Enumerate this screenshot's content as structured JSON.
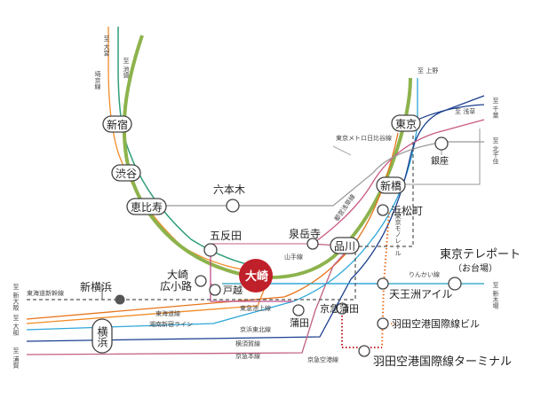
{
  "colors": {
    "yamanote": "#8db34c",
    "osaki_marker": "#c0202a",
    "saikyo": "#2f9e76",
    "shonan": "#f28c28",
    "tokaido": "#e8741c",
    "keihin_tohoku": "#2fa6d9",
    "yokosuka": "#1b3f8f",
    "keikyu": "#c2607f",
    "monorail": "#e86a1b",
    "rinkai": "#1e9dbd",
    "tokyu_ikegami": "#c0508a",
    "hibiya": "#999999",
    "asakusa": "#c95b86",
    "shinkansen": "#555555",
    "airport": "#8a8a8a"
  },
  "directions": {
    "omiya": "至 大宮",
    "ikebukuro": "至 池袋",
    "ueno": "至 上野",
    "chiba": "至 千葉",
    "asakusa": "至 浅草",
    "kitasenju": "至 北千住",
    "shinkiba": "至 新木場",
    "shinosaka": "至 新大阪",
    "ofuna": "至 大船",
    "uraga": "至 浦賀"
  },
  "stations": {
    "shinjuku": "新宿",
    "shibuya": "渋谷",
    "ebisu": "恵比寿",
    "roppongi": "六本木",
    "gotanda": "五反田",
    "osaki": "大崎",
    "osaki_hirokoji_1": "大崎",
    "osaki_hirokoji_2": "広小路",
    "togoshi": "戸越",
    "sengakuji": "泉岳寺",
    "shinagawa": "品川",
    "shinbashi": "新橋",
    "hamamatsucho": "浜松町",
    "tokyo": "東京",
    "ginza": "銀座",
    "tokyo_teleport": "東京テレポート",
    "odaiba": "（お台場）",
    "tennozu_isle": "天王洲アイル",
    "haneda_kokusai_bldg": "羽田空港国際線ビル",
    "haneda_terminal": "羽田空港国際線ターミナル",
    "keikyu_kamata": "京急蒲田",
    "kamata": "蒲田",
    "shinyokohama": "新横浜",
    "yokohama": "横浜"
  },
  "lines": {
    "saikyo": "埼京線",
    "yamanote": "山手線",
    "hibiya": "東京メトロ日比谷線",
    "asakusa": "都営浅草線",
    "monorail": "東京モノレール",
    "rinkai": "りんかい線",
    "tokaido_shinkansen": "東海道新幹線",
    "tokaido": "東海道線",
    "shonan": "湘南新宿ライン",
    "keihin_tohoku": "京浜東北線",
    "yokosuka": "横須賀線",
    "keikyu": "京急本線",
    "ikegami": "東急池上線",
    "keikyu_airport": "京急空港線"
  }
}
